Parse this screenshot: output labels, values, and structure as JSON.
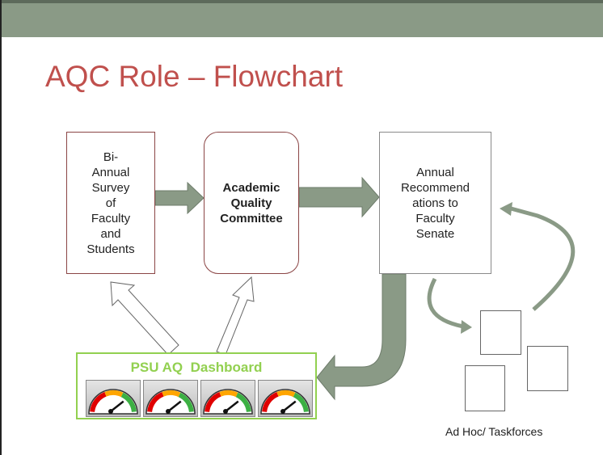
{
  "slide": {
    "title": "AQC Role – Flowchart"
  },
  "nodes": {
    "survey": "Bi-\nAnnual\nSurvey\nof\nFaculty\nand\nStudents",
    "aqc": "Academic\nQuality\nCommittee",
    "senate": "Annual\nRecommend\nations to\nFaculty\nSenate"
  },
  "dashboard": {
    "title": "PSU AQ  Dashboard",
    "gauges": [
      {
        "name": "gauge-1"
      },
      {
        "name": "gauge-2"
      },
      {
        "name": "gauge-3"
      },
      {
        "name": "gauge-4"
      }
    ]
  },
  "taskforces": {
    "label": "Ad Hoc/ Taskforces"
  },
  "colors": {
    "topbar": "#8a9a86",
    "title": "#c0504d",
    "box_border": "#8b4545",
    "arrow_fill": "#8a9a86",
    "dashboard_green": "#92d050"
  }
}
